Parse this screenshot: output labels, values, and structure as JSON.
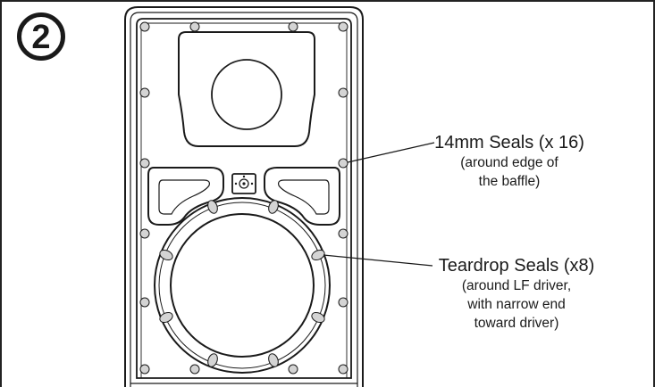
{
  "step": {
    "number": "2"
  },
  "callouts": {
    "seals_14mm": {
      "title": "14mm Seals (x 16)",
      "note_line1": "(around edge of",
      "note_line2": "the baffle)"
    },
    "teardrop_seals": {
      "title": "Teardrop Seals (x8)",
      "note_line1": "(around LF driver,",
      "note_line2": "with narrow end",
      "note_line3": "toward driver)"
    }
  },
  "colors": {
    "line": "#1a1a1a",
    "seal_fill": "#d4d4d4",
    "background": "#ffffff"
  }
}
